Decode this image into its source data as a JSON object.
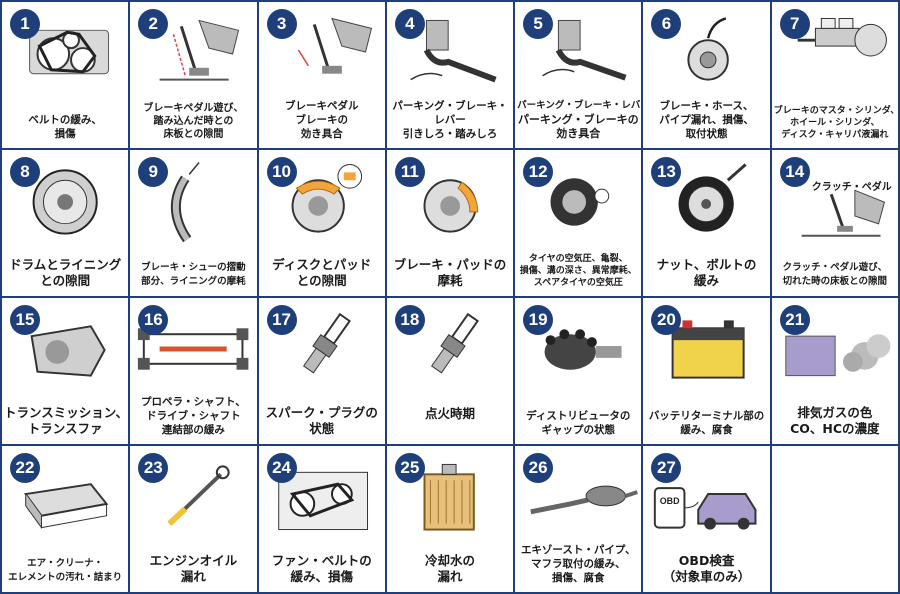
{
  "colors": {
    "badge": "#1f3f7a",
    "accent_orange": "#f2a53a",
    "accent_blue": "#3f6fb5"
  },
  "items": [
    {
      "num": "1",
      "icon": "belt-pulley-icon",
      "lines": [
        "ベルトの緩み、",
        "損傷"
      ]
    },
    {
      "num": "2",
      "icon": "brake-pedal-play-icon",
      "lines": [
        "ブレーキペダル遊び、",
        "踏み込んだ時との",
        "床板との隙間"
      ]
    },
    {
      "num": "3",
      "icon": "brake-pedal-icon",
      "lines": [
        "ブレーキペダル",
        "ブレーキの",
        "効き具合"
      ]
    },
    {
      "num": "4",
      "icon": "parking-brake-lever-icon",
      "lines": [
        "パーキング・ブレーキ・",
        "レバー",
        "引きしろ・踏みしろ"
      ]
    },
    {
      "num": "5",
      "icon": "parking-brake-effect-icon",
      "lines": [
        "パーキング・ブレーキ・レバー",
        "パーキング・ブレーキの",
        "効き具合"
      ]
    },
    {
      "num": "6",
      "icon": "brake-hose-icon",
      "lines": [
        "ブレーキ・ホース、",
        "パイプ漏れ、損傷、",
        "取付状態"
      ]
    },
    {
      "num": "7",
      "icon": "master-cylinder-icon",
      "lines": [
        "ブレーキのマスタ・シリンダ、",
        "ホイール・シリンダ、",
        "ディスク・キャリパ液漏れ"
      ]
    },
    {
      "num": "8",
      "icon": "brake-drum-icon",
      "lines": [
        "ドラムとライニング",
        "との隙間"
      ]
    },
    {
      "num": "9",
      "icon": "brake-shoe-icon",
      "lines": [
        "ブレーキ・シューの摺動",
        "部分、ライニングの摩耗"
      ]
    },
    {
      "num": "10",
      "icon": "disc-pad-icon",
      "lines": [
        "ディスクとパッド",
        "との隙間"
      ]
    },
    {
      "num": "11",
      "icon": "brake-pad-wear-icon",
      "lines": [
        "ブレーキ・パッドの",
        "摩耗"
      ]
    },
    {
      "num": "12",
      "icon": "tire-pressure-icon",
      "lines": [
        "タイヤの空気圧、亀裂、",
        "損傷、溝の深さ、異常摩耗、",
        "スペアタイヤの空気圧"
      ]
    },
    {
      "num": "13",
      "icon": "wheel-nut-icon",
      "lines": [
        "ナット、ボルトの",
        "緩み"
      ]
    },
    {
      "num": "14",
      "icon": "clutch-pedal-icon",
      "lines": [
        "クラッチ・ペダル遊び、",
        "切れた時の床板との隙間"
      ],
      "top_label": "クラッチ・ペダル"
    },
    {
      "num": "15",
      "icon": "transmission-icon",
      "lines": [
        "トランスミッション、",
        "トランスファ"
      ]
    },
    {
      "num": "16",
      "icon": "propeller-shaft-icon",
      "lines": [
        "プロペラ・シャフト、",
        "ドライブ・シャフト",
        "連結部の緩み"
      ]
    },
    {
      "num": "17",
      "icon": "spark-plug-icon",
      "lines": [
        "スパーク・プラグの",
        "状態"
      ]
    },
    {
      "num": "18",
      "icon": "ignition-timing-icon",
      "lines": [
        "点火時期"
      ]
    },
    {
      "num": "19",
      "icon": "distributor-icon",
      "lines": [
        "ディストリビュータの",
        "ギャップの状態"
      ]
    },
    {
      "num": "20",
      "icon": "battery-icon",
      "lines": [
        "バッテリターミナル部の",
        "緩み、腐食"
      ]
    },
    {
      "num": "21",
      "icon": "exhaust-gas-icon",
      "lines": [
        "排気ガスの色",
        "CO、HCの濃度"
      ]
    },
    {
      "num": "22",
      "icon": "air-cleaner-icon",
      "lines": [
        "エア・クリーナ・",
        "エレメントの汚れ・詰まり"
      ]
    },
    {
      "num": "23",
      "icon": "oil-dipstick-icon",
      "lines": [
        "エンジンオイル",
        "漏れ"
      ]
    },
    {
      "num": "24",
      "icon": "fan-belt-icon",
      "lines": [
        "ファン・ベルトの",
        "緩み、損傷"
      ]
    },
    {
      "num": "25",
      "icon": "radiator-icon",
      "lines": [
        "冷却水の",
        "漏れ"
      ]
    },
    {
      "num": "26",
      "icon": "exhaust-pipe-icon",
      "lines": [
        "エキゾースト・パイプ、",
        "マフラ取付の緩み、",
        "損傷、腐食"
      ]
    },
    {
      "num": "27",
      "icon": "obd-scanner-icon",
      "lines": [
        "OBD検査",
        "（対象車のみ）"
      ],
      "obd_text": "OBD"
    }
  ]
}
